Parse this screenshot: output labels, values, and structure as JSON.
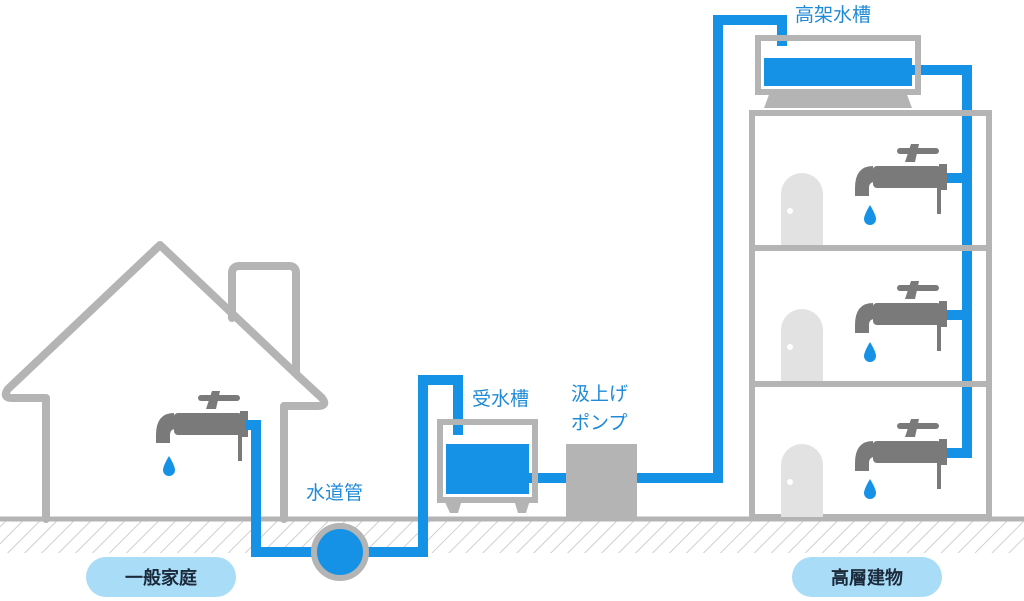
{
  "labels": {
    "water_main": "水道管",
    "receiving_tank": "受水槽",
    "pump_line1": "汲上げ",
    "pump_line2": "ポンプ",
    "elevated_tank": "高架水槽"
  },
  "captions": {
    "house": "一般家庭",
    "building": "高層建物"
  },
  "colors": {
    "water": "#1592e6",
    "outline": "#b4b4b4",
    "faucet": "#7a7a7a",
    "pill": "#a9dcf7",
    "label": "#1e8ad8"
  }
}
